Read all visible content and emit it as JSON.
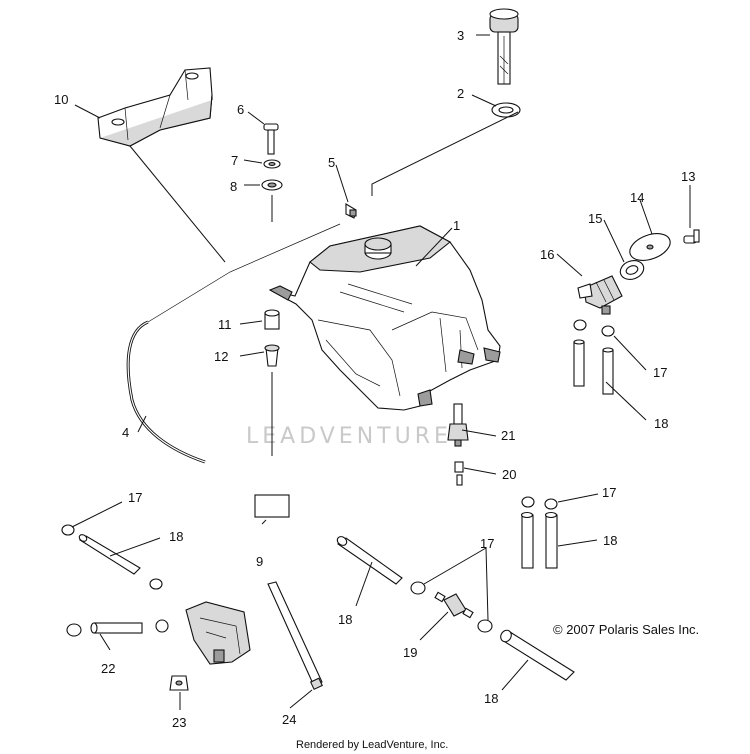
{
  "callouts": {
    "n1": "1",
    "n2": "2",
    "n3": "3",
    "n4": "4",
    "n5": "5",
    "n6": "6",
    "n7": "7",
    "n8": "8",
    "n9": "9",
    "n10": "10",
    "n11": "11",
    "n12": "12",
    "n13": "13",
    "n14": "14",
    "n15": "15",
    "n16": "16",
    "n17": "17",
    "n18": "18",
    "n19": "19",
    "n20": "20",
    "n21": "21",
    "n22": "22",
    "n23": "23",
    "n24": "24"
  },
  "copyright": "© 2007 Polaris Sales Inc.",
  "watermark": "LEADVENTURE",
  "footer": "Rendered by LeadVenture, Inc."
}
